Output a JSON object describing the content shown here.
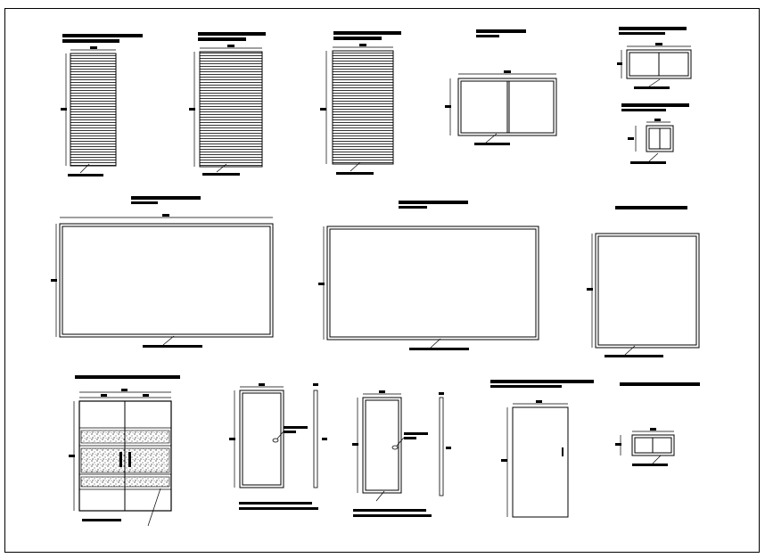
{
  "drawing": {
    "type": "door-and-window-elevation-sheet",
    "ink_color": "#000000",
    "paper_color": "#ffffff",
    "note": "",
    "items": [
      {
        "kind": "louver-door"
      },
      {
        "kind": "louver-door"
      },
      {
        "kind": "louver-door"
      },
      {
        "kind": "sliding-window-2-panel"
      },
      {
        "kind": "sliding-window-2-panel"
      },
      {
        "kind": "sliding-window-2-panel"
      },
      {
        "kind": "fixed-glass-panel"
      },
      {
        "kind": "fixed-glass-panel"
      },
      {
        "kind": "fixed-glass-panel"
      },
      {
        "kind": "double-door-with-glass-infill"
      },
      {
        "kind": "flush-door-with-handle"
      },
      {
        "kind": "flush-door-with-handle"
      },
      {
        "kind": "flush-door-with-handle"
      },
      {
        "kind": "sliding-window-2-panel"
      }
    ]
  }
}
